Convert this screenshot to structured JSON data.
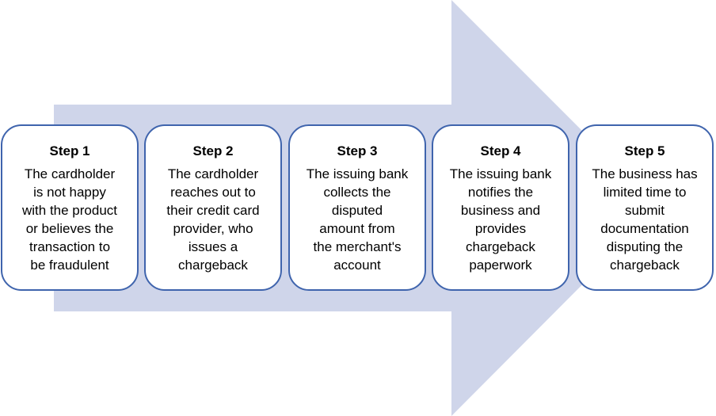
{
  "diagram": {
    "arrow_color": "#cfd5ea",
    "box_border_color": "#3f64ad",
    "steps": [
      {
        "title": "Step 1",
        "text": "The cardholder\nis not happy\nwith the product\nor believes the\ntransaction to\nbe fraudulent"
      },
      {
        "title": "Step 2",
        "text": "The cardholder\nreaches out to\ntheir credit card\nprovider, who\nissues a\nchargeback"
      },
      {
        "title": "Step 3",
        "text": "The issuing bank\ncollects the\ndisputed\namount from\nthe merchant's\naccount"
      },
      {
        "title": "Step 4",
        "text": "The issuing bank\nnotifies the\nbusiness and\nprovides\nchargeback\npaperwork"
      },
      {
        "title": "Step 5",
        "text": "The business has\nlimited time to\nsubmit\ndocumentation\ndisputing the\nchargeback"
      }
    ]
  }
}
